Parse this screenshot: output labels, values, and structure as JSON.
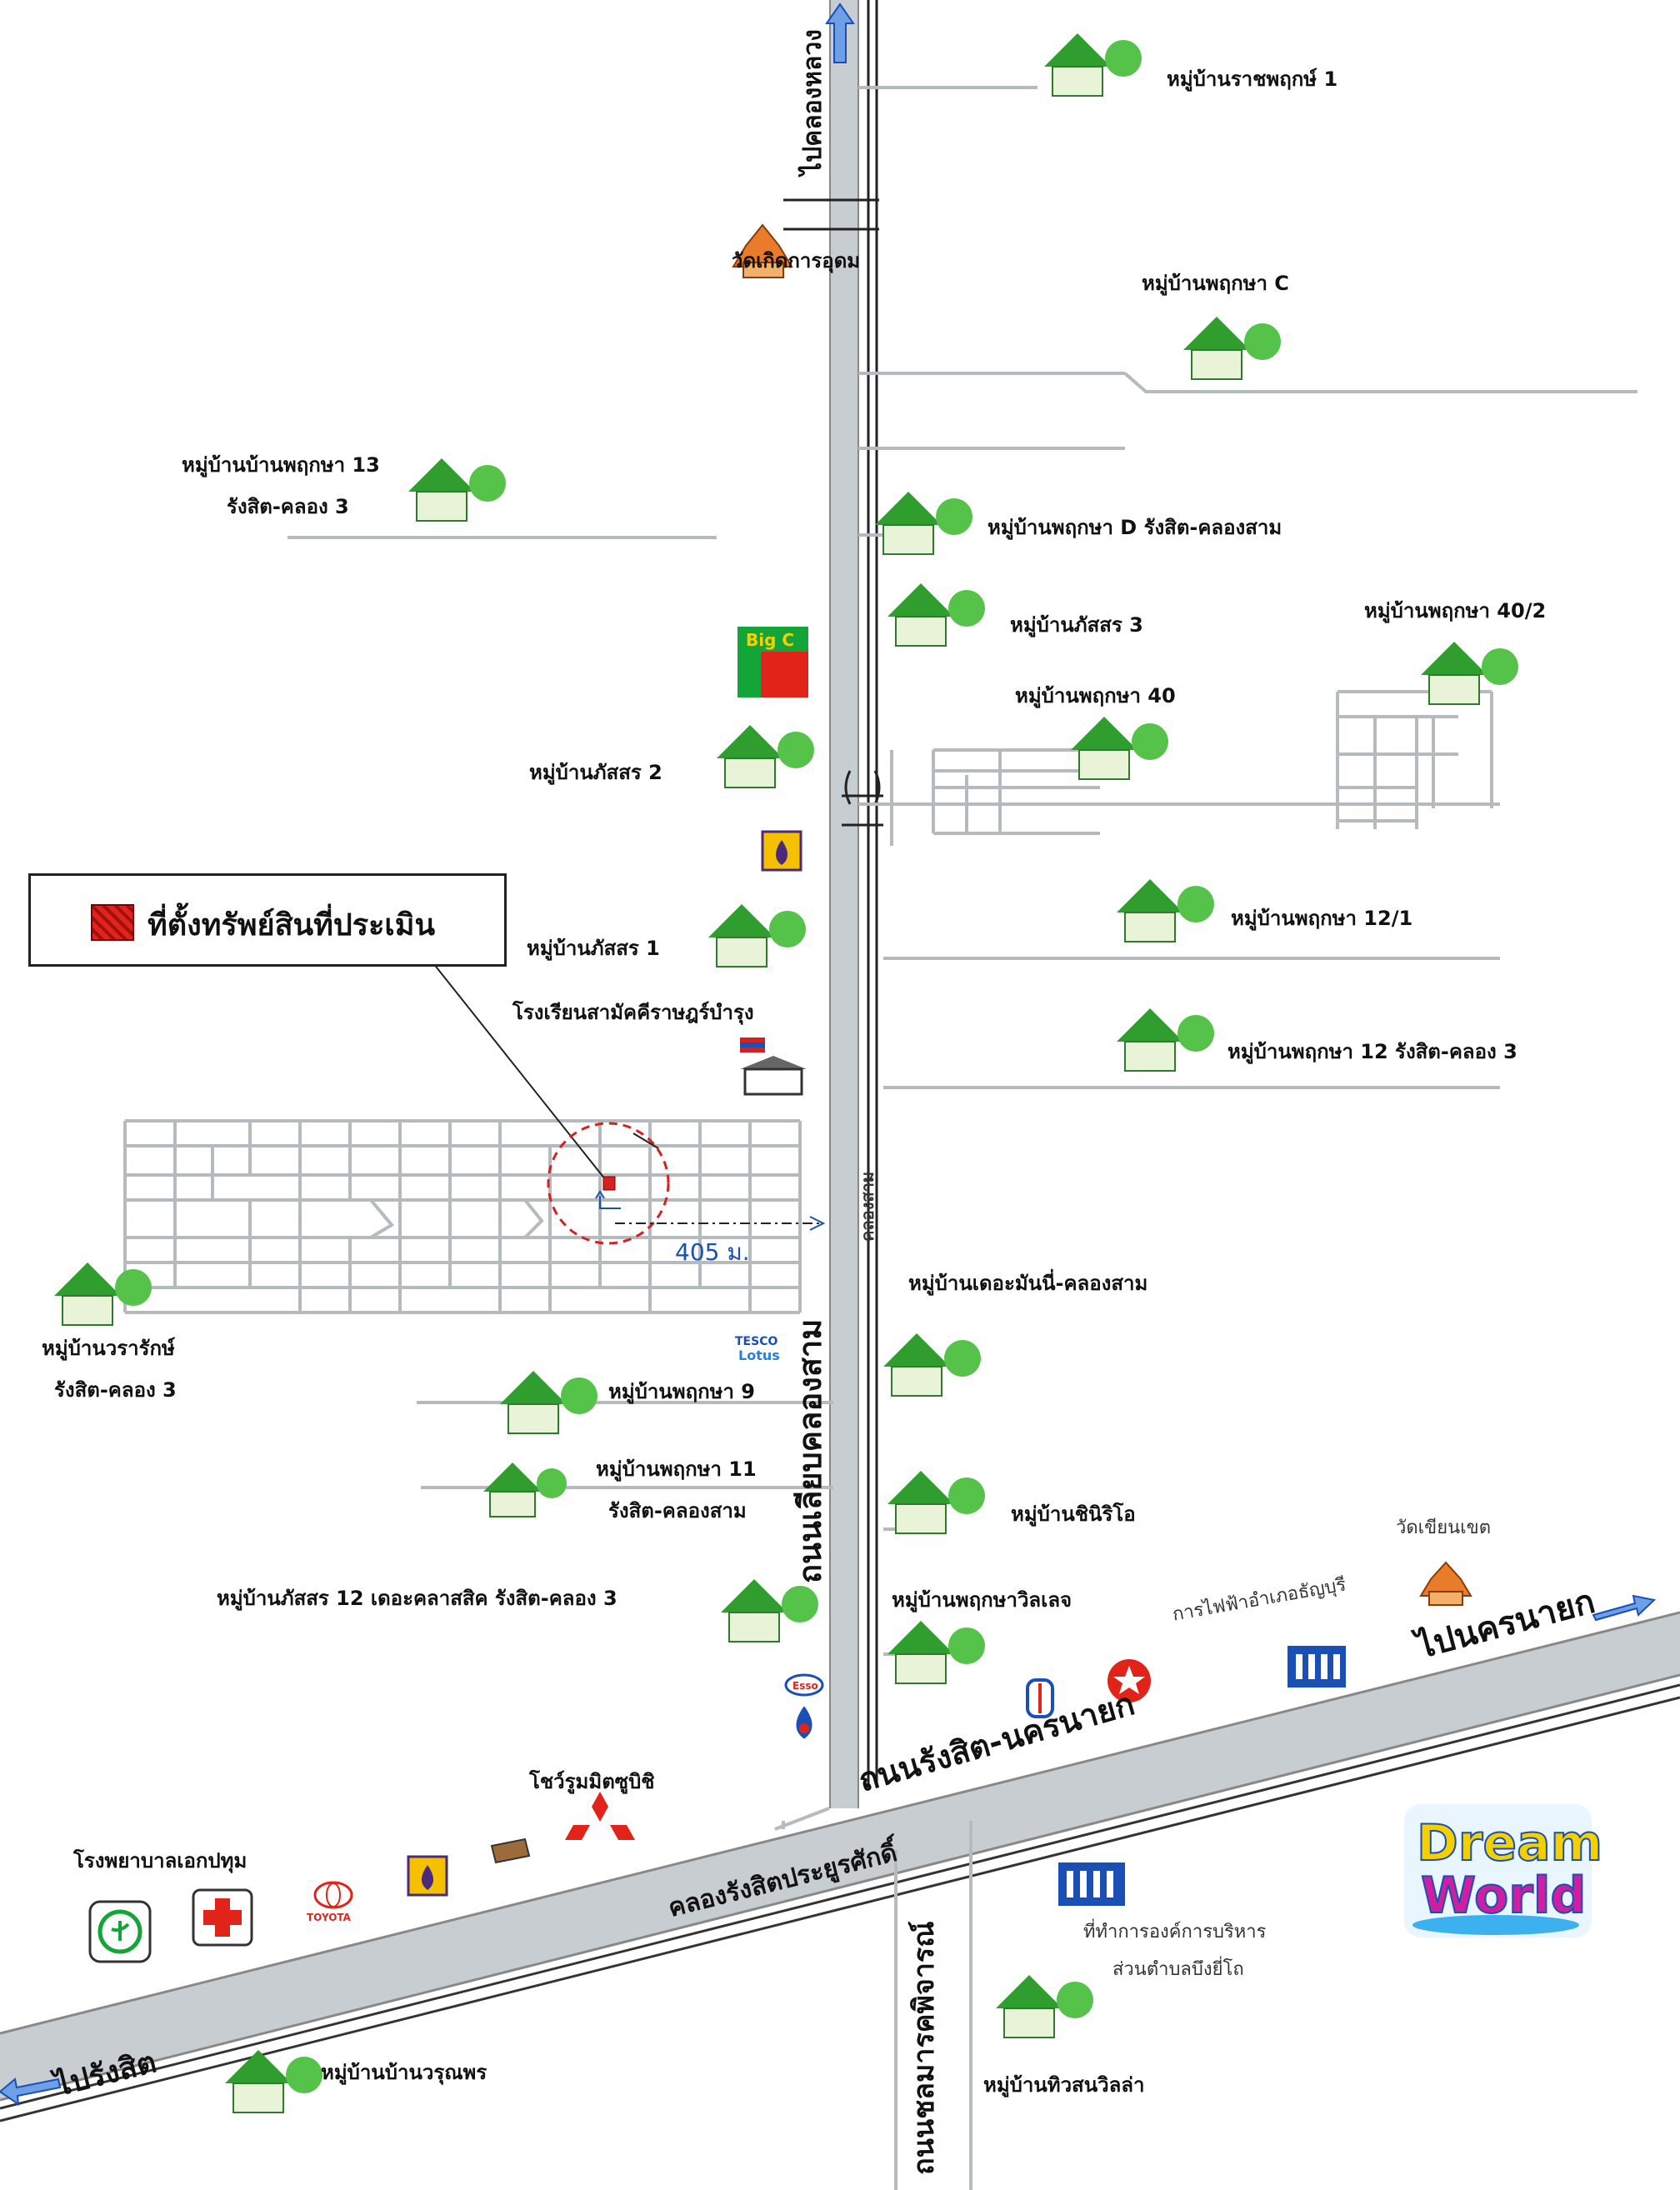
{
  "legend": {
    "label": "ที่ตั้งทรัพย์สินที่ประเมิน",
    "color": "#e2231a"
  },
  "roads": {
    "main_vertical": "ถนนเลียบคลองสาม",
    "main_vertical_small": "คลองสาม",
    "diagonal": "ถนนรังสิต-นครนายก",
    "canal": "คลองรังสิตประยูรศักดิ์",
    "south_road": "ถนนชลมารคพิจารณ์",
    "to_north": "ไปคลองหลวง",
    "to_east": "ไปนครนายก",
    "to_west": "ไปรังสิต"
  },
  "distance": "405 ม.",
  "villages": {
    "v1": "หมู่บ้านราชพฤกษ์ 1",
    "v2": "หมู่บ้านพฤกษา C",
    "v3a": "หมู่บ้านบ้านพฤกษา 13",
    "v3b": "รังสิต-คลอง 3",
    "v4": "หมู่บ้านพฤกษา D รังสิต-คลองสาม",
    "v5": "หมู่บ้านภัสสร 3",
    "v6": "หมู่บ้านพฤกษา 40/2",
    "v7": "หมู่บ้านพฤกษา 40",
    "v8": "หมู่บ้านภัสสร 2",
    "v9": "หมู่บ้านพฤกษา 12/1",
    "v10": "หมู่บ้านภัสสร 1",
    "v11": "หมู่บ้านพฤกษา 12 รังสิต-คลอง 3",
    "v12": "หมู่บ้านเดอะมันนี่-คลองสาม",
    "v13a": "หมู่บ้านวรารักษ์",
    "v13b": "รังสิต-คลอง 3",
    "v14": "หมู่บ้านพฤกษา 9",
    "v15a": "หมู่บ้านพฤกษา 11",
    "v15b": "รังสิต-คลองสาม",
    "v16": "หมู่บ้านชินิริโอ",
    "v17": "หมู่บ้านภัสสร 12 เดอะคลาสสิค รังสิต-คลอง 3",
    "v18": "หมู่บ้านพฤกษาวิลเลจ",
    "v19": "หมู่บ้านบ้านวรุณพร",
    "v20": "หมู่บ้านทิวสนวิลล่า"
  },
  "places": {
    "temple1": "วัดเกิดการอุดม",
    "temple2": "วัดเขียนเขต",
    "school": "โรงเรียนสามัคคีราษฎร์บำรุง",
    "mitsubishi": "โชว์รูมมิตซูบิชิ",
    "hospital": "โรงพยาบาลเอกปทุม",
    "electricity": "การไฟฟ้าอำเภอธัญบุรี",
    "office_a": "ที่ทำการองค์การบริหาร",
    "office_b": "ส่วนตำบลบึงยี่โถ",
    "bigc": "Big C",
    "tesco_a": "TESCO",
    "tesco_b": "Lotus",
    "toyota": "TOYOTA",
    "esso": "Esso",
    "dream1": "Dream",
    "dream2": "World"
  }
}
